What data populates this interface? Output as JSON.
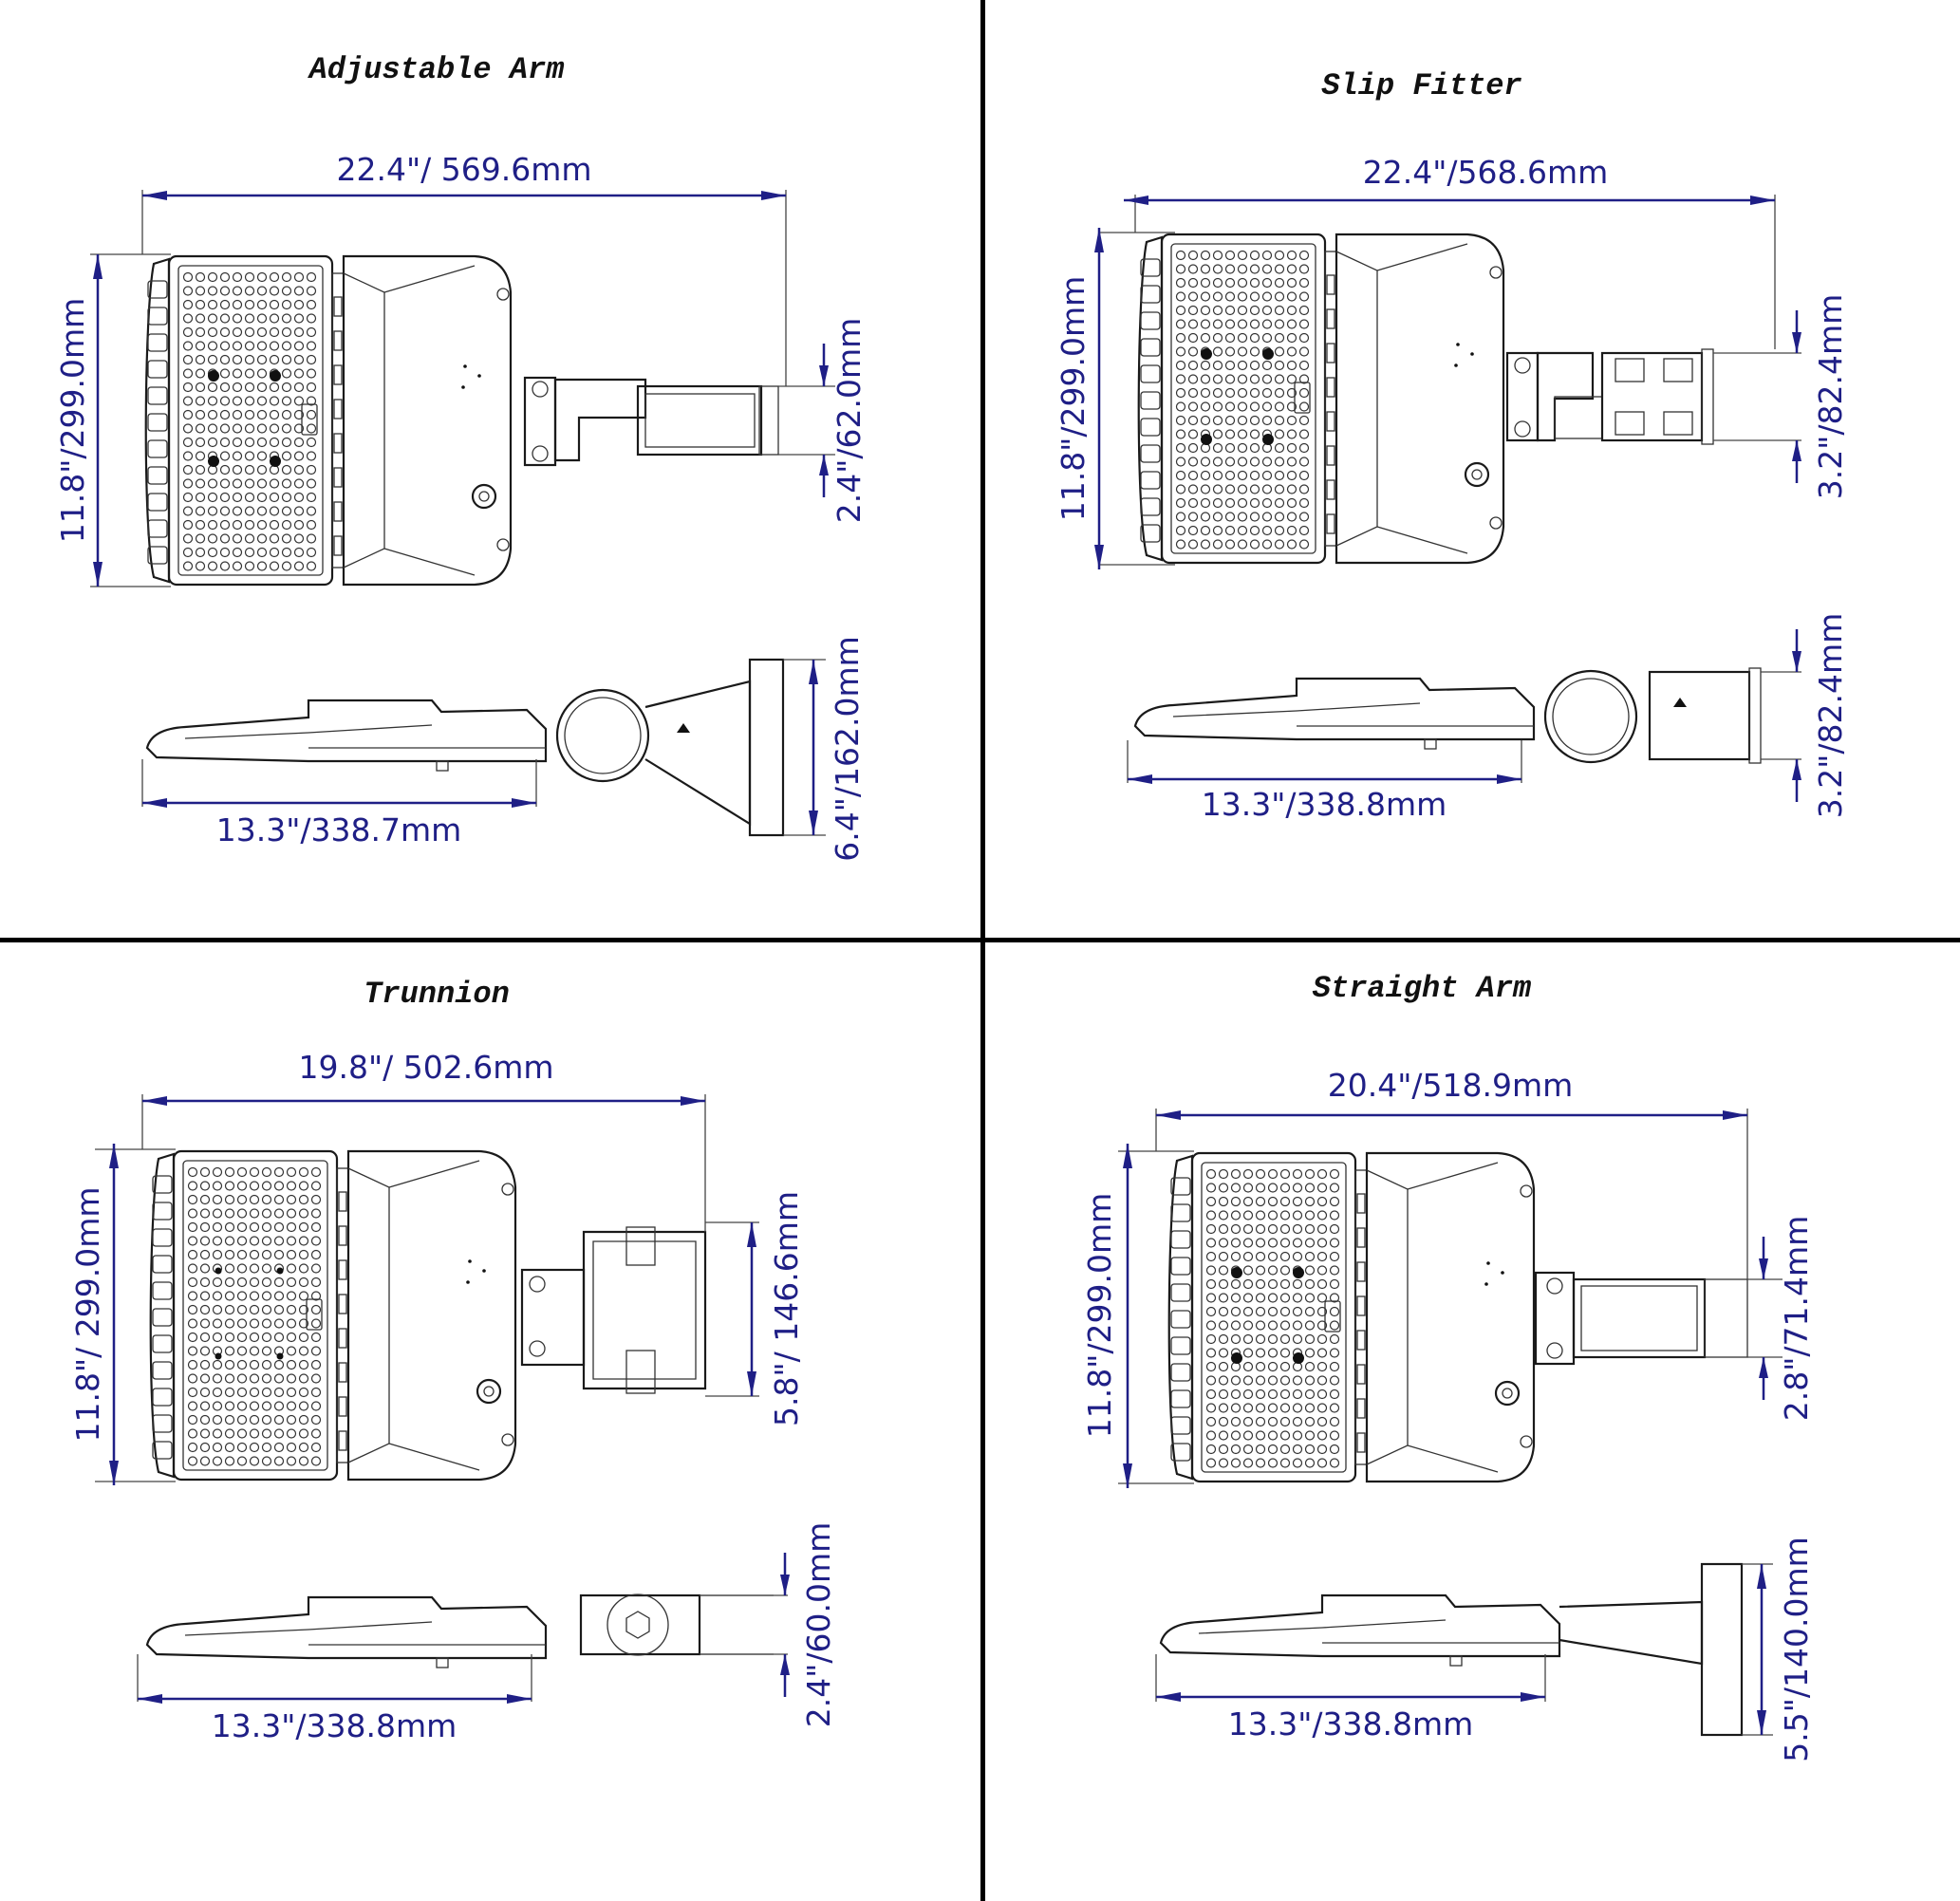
{
  "quadrants": [
    {
      "id": "adjustable-arm",
      "title": "Adjustable Arm",
      "width_dim": "22.4\"/ 569.6mm",
      "height_dim": "11.8\"/299.0mm",
      "mount_dim": "2.4\"/62.0mm",
      "side_length_dim": "13.3\"/338.7mm",
      "side_height_dim": "6.4\"/162.0mm"
    },
    {
      "id": "slip-fitter",
      "title": "Slip Fitter",
      "width_dim": "22.4\"/568.6mm",
      "height_dim": "11.8\"/299.0mm",
      "mount_dim": "3.2\"/82.4mm",
      "side_length_dim": "13.3\"/338.8mm",
      "side_height_dim": "3.2\"/82.4mm"
    },
    {
      "id": "trunnion",
      "title": "Trunnion",
      "width_dim": "19.8\"/ 502.6mm",
      "height_dim": "11.8\"/ 299.0mm",
      "mount_dim": "5.8\"/ 146.6mm",
      "side_length_dim": "13.3\"/338.8mm",
      "side_height_dim": "2.4\"/60.0mm"
    },
    {
      "id": "straight-arm",
      "title": "Straight Arm",
      "width_dim": "20.4\"/518.9mm",
      "height_dim": "11.8\"/299.0mm",
      "mount_dim": "2.8\"/71.4mm",
      "side_length_dim": "13.3\"/338.8mm",
      "side_height_dim": "5.5\"/140.0mm"
    }
  ],
  "colors": {
    "dimension": "#1f1f86",
    "drawing": "#1a1a1a",
    "divider": "#000000"
  }
}
